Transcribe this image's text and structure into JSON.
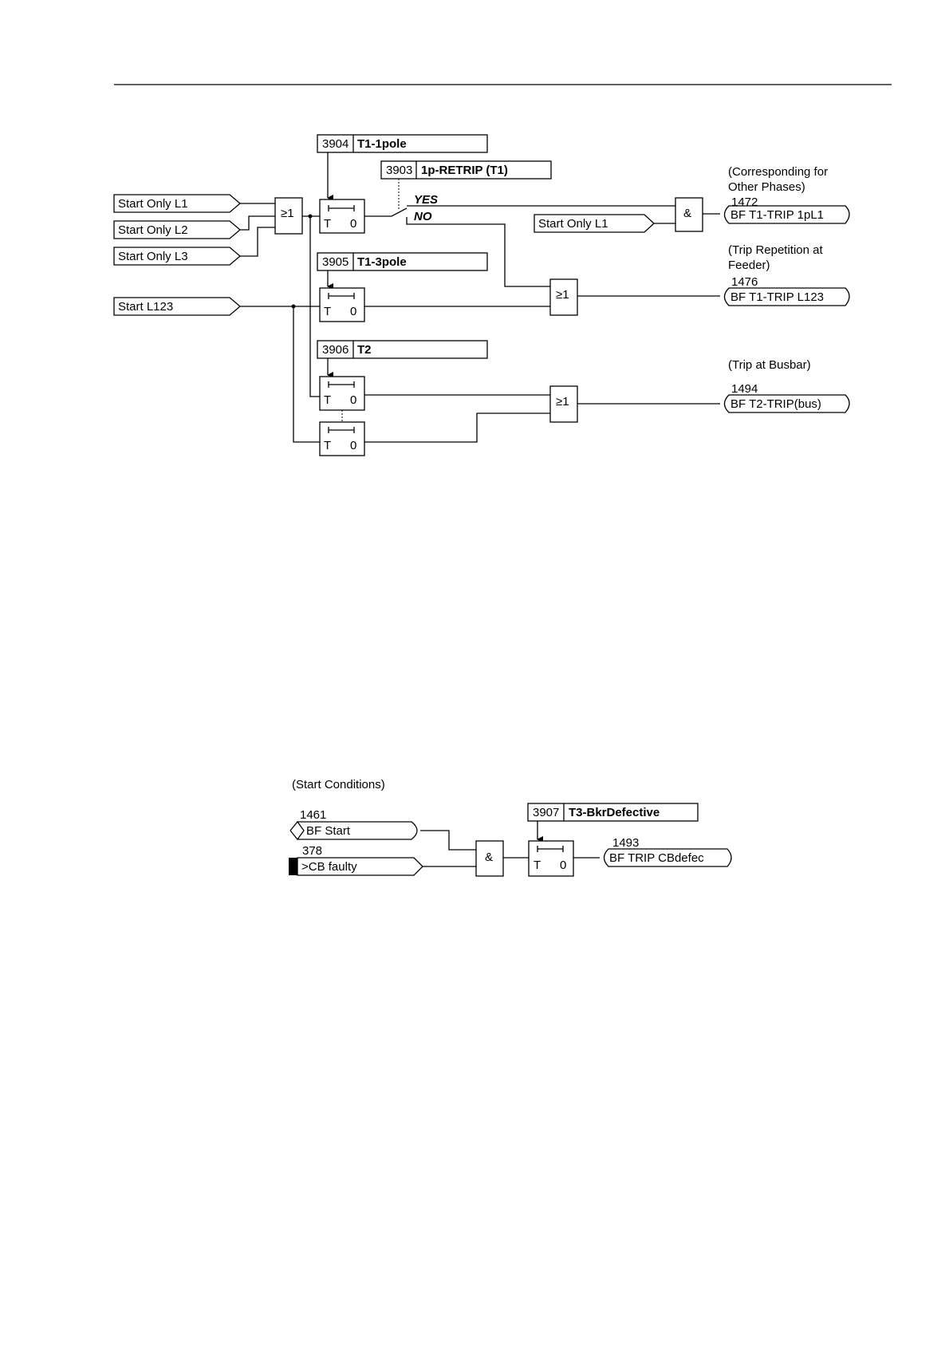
{
  "diagram1": {
    "inputs": {
      "start_only_l1": "Start Only L1",
      "start_only_l2": "Start Only L2",
      "start_only_l3": "Start Only L3",
      "start_l123": "Start L123",
      "start_only_l1_and": "Start Only L1"
    },
    "or_gate": "≥1",
    "and_gate": "&",
    "timer_t": "T",
    "timer_0": "0",
    "params": {
      "p3904": {
        "num": "3904",
        "name": "T1-1pole"
      },
      "p3903": {
        "num": "3903",
        "name": "1p-RETRIP (T1)"
      },
      "p3905": {
        "num": "3905",
        "name": "T1-3pole"
      },
      "p3906": {
        "num": "3906",
        "name": "T2"
      }
    },
    "switch": {
      "yes": "YES",
      "no": "NO"
    },
    "outputs": {
      "o1472": {
        "note_line1": "(Corresponding for",
        "note_line2": "Other Phases)",
        "num": "1472",
        "label": "BF T1-TRIP 1pL1"
      },
      "o1476": {
        "note_line1": "(Trip Repetition at",
        "note_line2": "Feeder)",
        "num": "1476",
        "label": "BF T1-TRIP L123"
      },
      "o1494": {
        "note_line1": "(Trip at Busbar)",
        "num": "1494",
        "label": "BF T2-TRIP(bus)"
      }
    }
  },
  "diagram2": {
    "heading": "(Start Conditions)",
    "inputs": {
      "i1461": {
        "num": "1461",
        "label": "BF Start"
      },
      "i378": {
        "num": "378",
        "label": ">CB faulty"
      }
    },
    "and_gate": "&",
    "param": {
      "num": "3907",
      "name": "T3-BkrDefective"
    },
    "timer_t": "T",
    "timer_0": "0",
    "output": {
      "num": "1493",
      "label": "BF TRIP CBdefec"
    }
  }
}
